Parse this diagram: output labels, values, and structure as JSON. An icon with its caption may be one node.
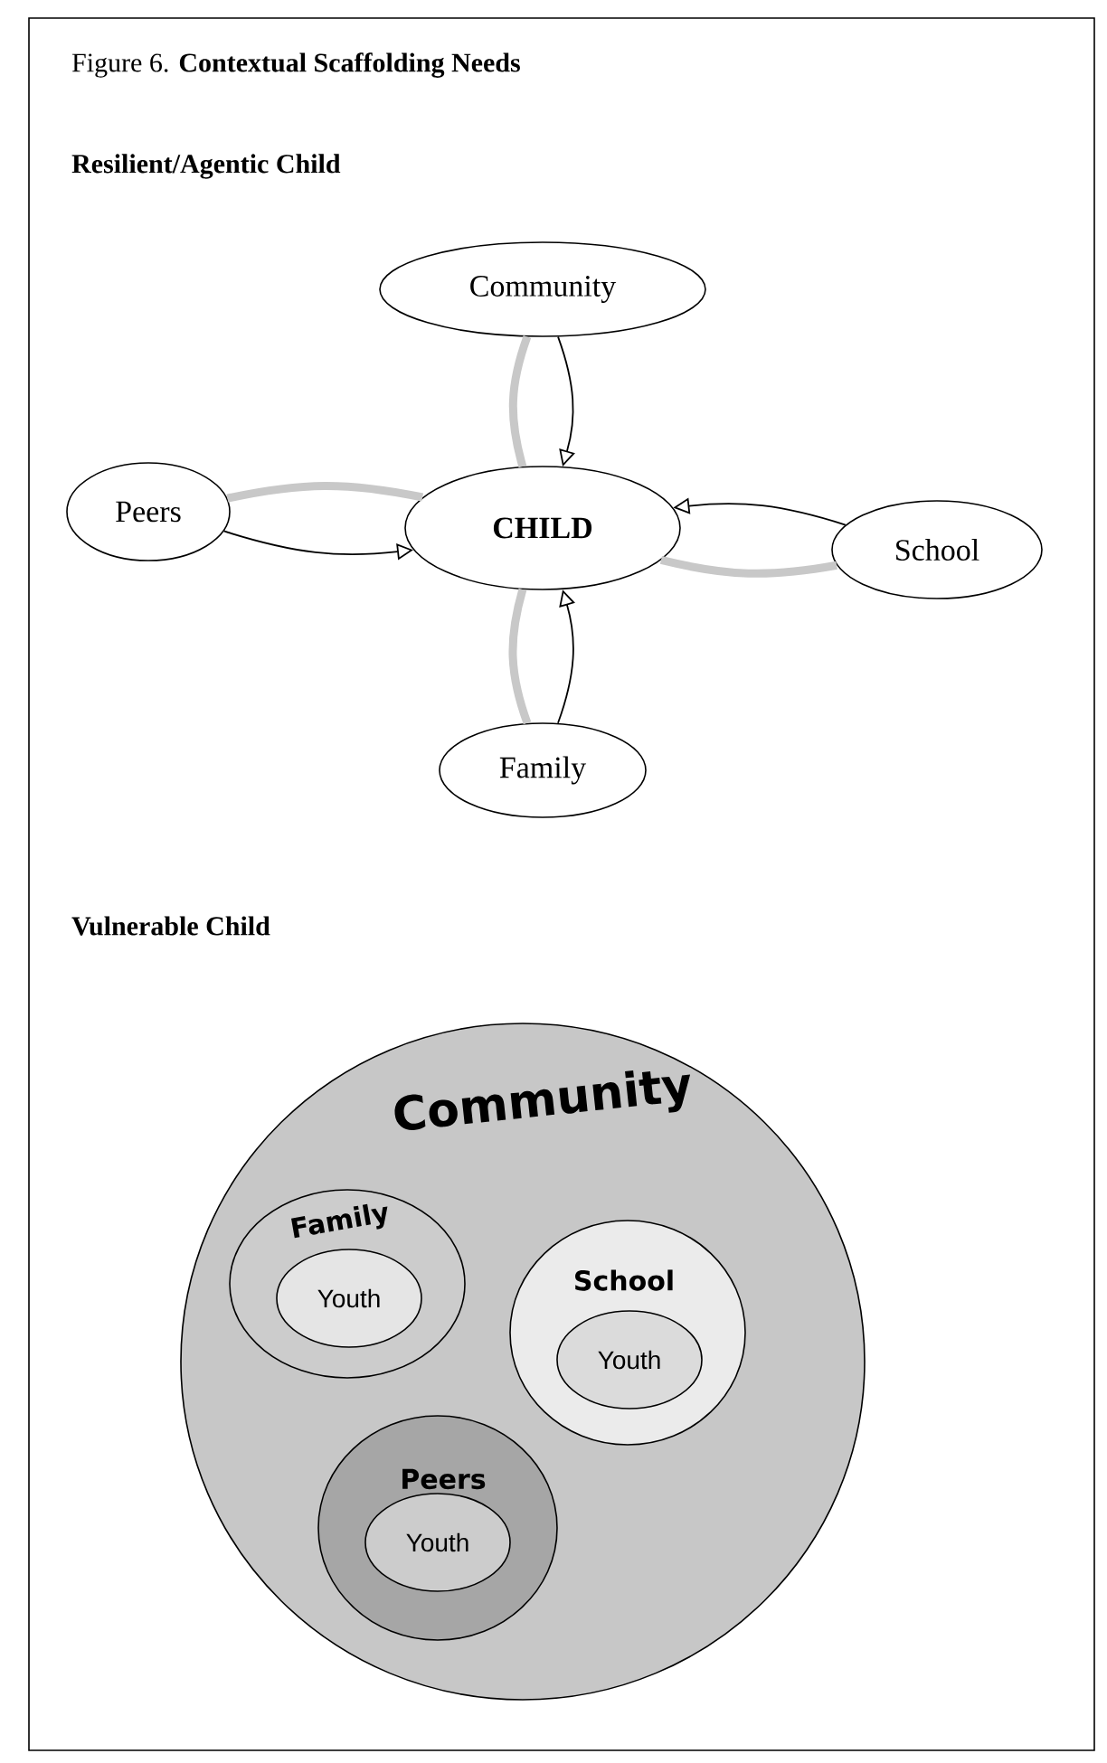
{
  "diagram": {
    "title": "Figure 6. **Contextual Scaffolding Needs**",
    "nodes": [
      {
        "text": [
          "Community"
        ]
      },
      {
        "text": [
          "Peers"
        ]
      },
      {
        "text": [
          "CHILD"
        ]
      },
      {
        "text": [
          "School"
        ]
      },
      {
        "text": [
          "Family"
        ]
      },
      {
        "text": [
          "Community"
        ]
      },
      {
        "text": [
          "Family"
        ],
        "in": 5
      },
      {
        "text": [
          "Youth"
        ],
        "in": 6
      },
      {
        "text": [
          "School"
        ],
        "in": 5
      },
      {
        "text": [
          "Youth"
        ],
        "in": 8
      },
      {
        "text": [
          "Peers"
        ],
        "in": 5
      },
      {
        "text": [
          "Youth"
        ],
        "in": 10
      }
    ],
    "edges": [
      {
        "from": 0,
        "to": 2,
        "arrow": "none",
        "style": "thick",
        "color": "#c8c8c8"
      },
      {
        "from": 0,
        "to": 2,
        "arrow": "to",
        "color": "#000000"
      },
      {
        "from": 1,
        "to": 2,
        "arrow": "none",
        "style": "thick",
        "color": "#c8c8c8"
      },
      {
        "from": 1,
        "to": 2,
        "arrow": "to",
        "color": "#000000"
      },
      {
        "from": 3,
        "to": 2,
        "arrow": "to",
        "color": "#000000"
      },
      {
        "from": 3,
        "to": 2,
        "arrow": "none",
        "style": "thick",
        "color": "#c8c8c8"
      },
      {
        "from": 4,
        "to": 2,
        "arrow": "none",
        "style": "thick",
        "color": "#c8c8c8"
      },
      {
        "from": 4,
        "to": 2,
        "arrow": "to",
        "color": "#000000"
      }
    ],
    "labels": [
      "Resilient/Agentic Child",
      "Vulnerable Child"
    ]
  }
}
